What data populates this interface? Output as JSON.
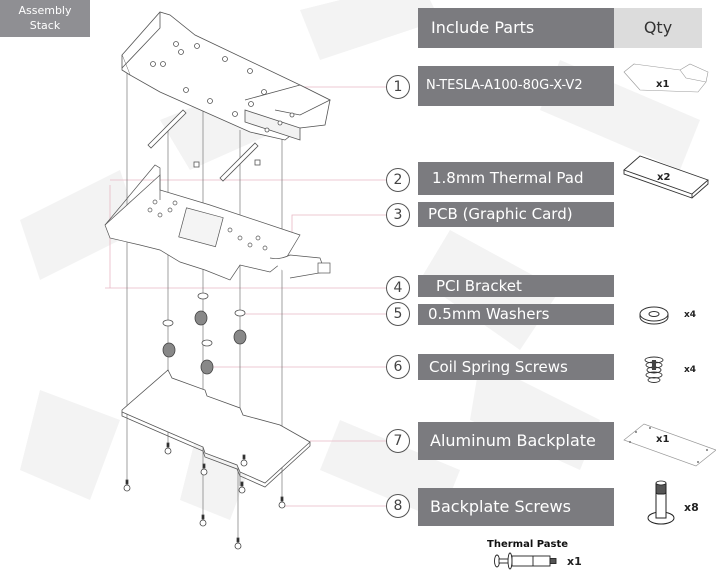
{
  "badge": {
    "line1": "Assembly",
    "line2": "Stack"
  },
  "header": {
    "parts_label": "Include Parts",
    "qty_label": "Qty"
  },
  "parts": [
    {
      "number": "1",
      "name": "N-TESLA-A100-80G-X-V2",
      "qty": "x1",
      "icon": "waterblock-icon"
    },
    {
      "number": "2",
      "name": "1.8mm Thermal Pad",
      "qty": "x2",
      "icon": "thermal-pad-icon"
    },
    {
      "number": "3",
      "name": "PCB (Graphic Card)",
      "qty": "",
      "icon": ""
    },
    {
      "number": "4",
      "name": "PCI Bracket",
      "qty": "",
      "icon": ""
    },
    {
      "number": "5",
      "name": "0.5mm Washers",
      "qty": "x4",
      "icon": "washer-icon"
    },
    {
      "number": "6",
      "name": "Coil Spring Screws",
      "qty": "x4",
      "icon": "coil-spring-screw-icon"
    },
    {
      "number": "7",
      "name": "Aluminum Backplate",
      "qty": "x1",
      "icon": "backplate-icon"
    },
    {
      "number": "8",
      "name": "Backplate Screws",
      "qty": "x8",
      "icon": "backplate-screw-icon"
    }
  ],
  "extra": {
    "name": "Thermal Paste",
    "qty": "x1",
    "icon": "thermal-paste-syringe-icon"
  },
  "colors": {
    "label_bg": "#7b7b7f",
    "qty_bg": "#dcdcdc",
    "badge_bg": "#8f8f93",
    "leader_line": "#e8b8c4"
  }
}
